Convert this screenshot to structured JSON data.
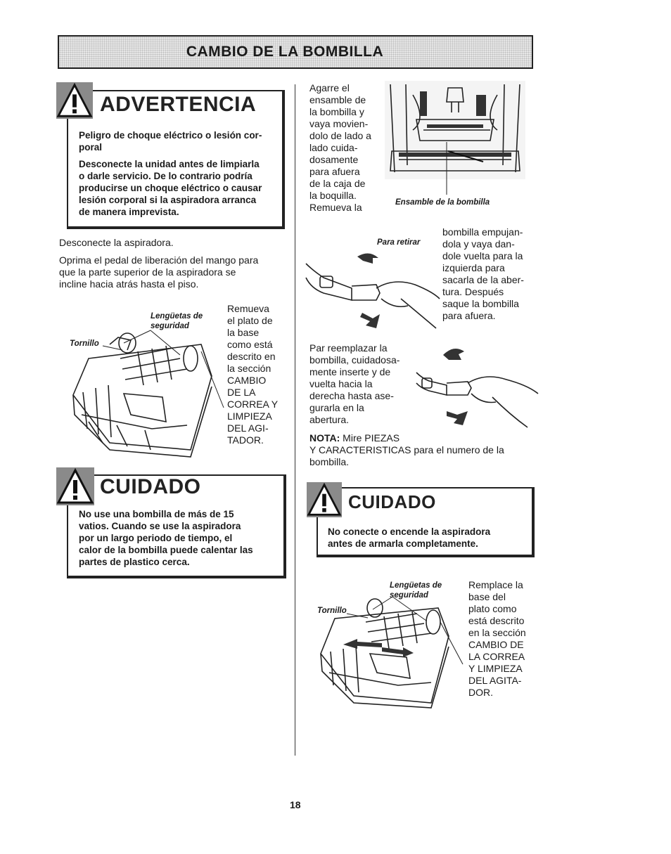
{
  "header": {
    "title": "CAMBIO DE LA BOMBILLA"
  },
  "warning": {
    "heading": "ADVERTENCIA",
    "line1": "Peligro de choque eléctrico o lesión cor-",
    "line2": "poral",
    "body": [
      "Desconecte la unidad antes de limpiarla",
      "o darle servicio. De lo contrario podría",
      "producirse un choque eléctrico o causar",
      "lesión corporal si la aspiradora arranca",
      "de manera imprevista."
    ]
  },
  "left": {
    "step1": "Desconecte la aspiradora.",
    "step2": [
      "Oprima el pedal de liberación del mango para",
      "que la parte superior de la aspiradora se",
      "incline hacia atrás hasta el piso."
    ],
    "fig_label_tabs": [
      "Lengüetas de",
      "seguridad"
    ],
    "fig_label_screw": "Tornillo",
    "side_text": [
      "Remueva",
      "el plato de",
      "la base",
      "como está",
      "descrito en",
      "la sección",
      "CAMBIO",
      "DE LA",
      "CORREA Y",
      "LIMPIEZA",
      "DEL AGI-",
      "TADOR."
    ]
  },
  "caution_left": {
    "heading": "CUIDADO",
    "body": [
      "No use una bombilla de más de 15",
      "vatios. Cuando se use la aspiradora",
      "por un largo periodo de tiempo, el",
      "calor de la bombilla puede calentar las",
      "partes de plastico cerca."
    ]
  },
  "right": {
    "intro": [
      "Agarre el",
      "ensamble de",
      "la bombilla y",
      "vaya movien-",
      "dolo de lado a",
      "lado cuida-",
      "dosamente",
      "para afuera",
      "de la caja de",
      "la boquilla.",
      "Remueva la"
    ],
    "caption_assembly": "Ensamble de la bombilla",
    "caption_remove": "Para retirar",
    "remove_text": [
      "bombilla empujan-",
      "dola y vaya dan-",
      "dole vuelta para la",
      "izquierda para",
      "sacarla de la aber-",
      "tura. Después",
      "saque la bombilla",
      "para afuera."
    ],
    "replace_text": [
      "Par reemplazar la",
      "bombilla, cuidadosa-",
      "mente inserte y de",
      "vuelta hacia la",
      "derecha hasta ase-",
      "gurarla en la",
      "abertura."
    ],
    "note_label": "NOTA:",
    "note_line1": " Mire PIEZAS",
    "note_line2": "Y CARACTERISTICAS para el numero de la",
    "note_line3": "bombilla.",
    "fig_label_tabs": [
      "Lengüetas de",
      "seguridad"
    ],
    "fig_label_screw": "Tornillo",
    "side_text": [
      "Remplace la",
      "base del",
      "plato como",
      "está descrito",
      "en la sección",
      "CAMBIO DE",
      "LA CORREA",
      "Y LIMPIEZA",
      "DEL AGITA-",
      "DOR."
    ]
  },
  "caution_right": {
    "heading": "CUIDADO",
    "body": [
      "No conecte o encende la aspiradora",
      "antes de armarla completamente."
    ]
  },
  "footer": {
    "page_number": "18"
  },
  "icons": [
    "warning-triangle-icon"
  ],
  "colors": {
    "ink": "#1a1a1a",
    "banner_bg": "#e6e6e6"
  }
}
